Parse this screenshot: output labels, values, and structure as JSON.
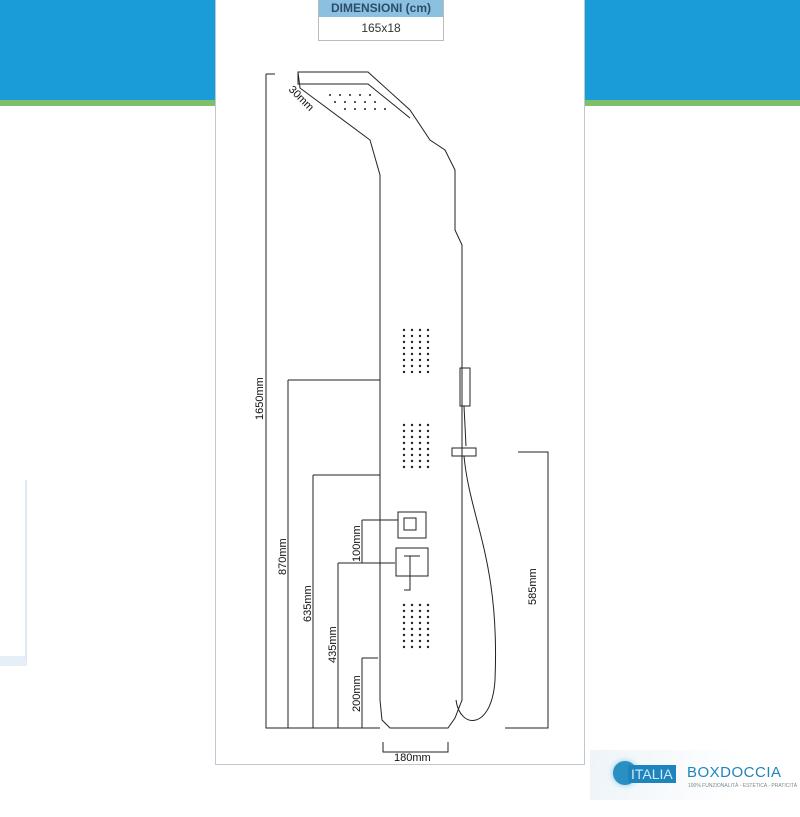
{
  "dimensions_table": {
    "header": "DIMENSIONI (cm)",
    "value": "165x18"
  },
  "drawing": {
    "labels": {
      "head_depth": "30mm",
      "total_height": "1650mm",
      "h870": "870mm",
      "h635": "635mm",
      "h435": "435mm",
      "h200": "200mm",
      "h100": "100mm",
      "hose_height": "585mm",
      "width": "180mm"
    }
  },
  "logo": {
    "part1": "ITALIA",
    "part2": "BOXDOCCIA",
    "tagline": "100% FUNZIONALITÀ - ESTETICA - PRATICITÀ"
  },
  "colors": {
    "band": "#1a9cd8",
    "green": "#7fbf6a",
    "header": "#8cc0e0"
  }
}
